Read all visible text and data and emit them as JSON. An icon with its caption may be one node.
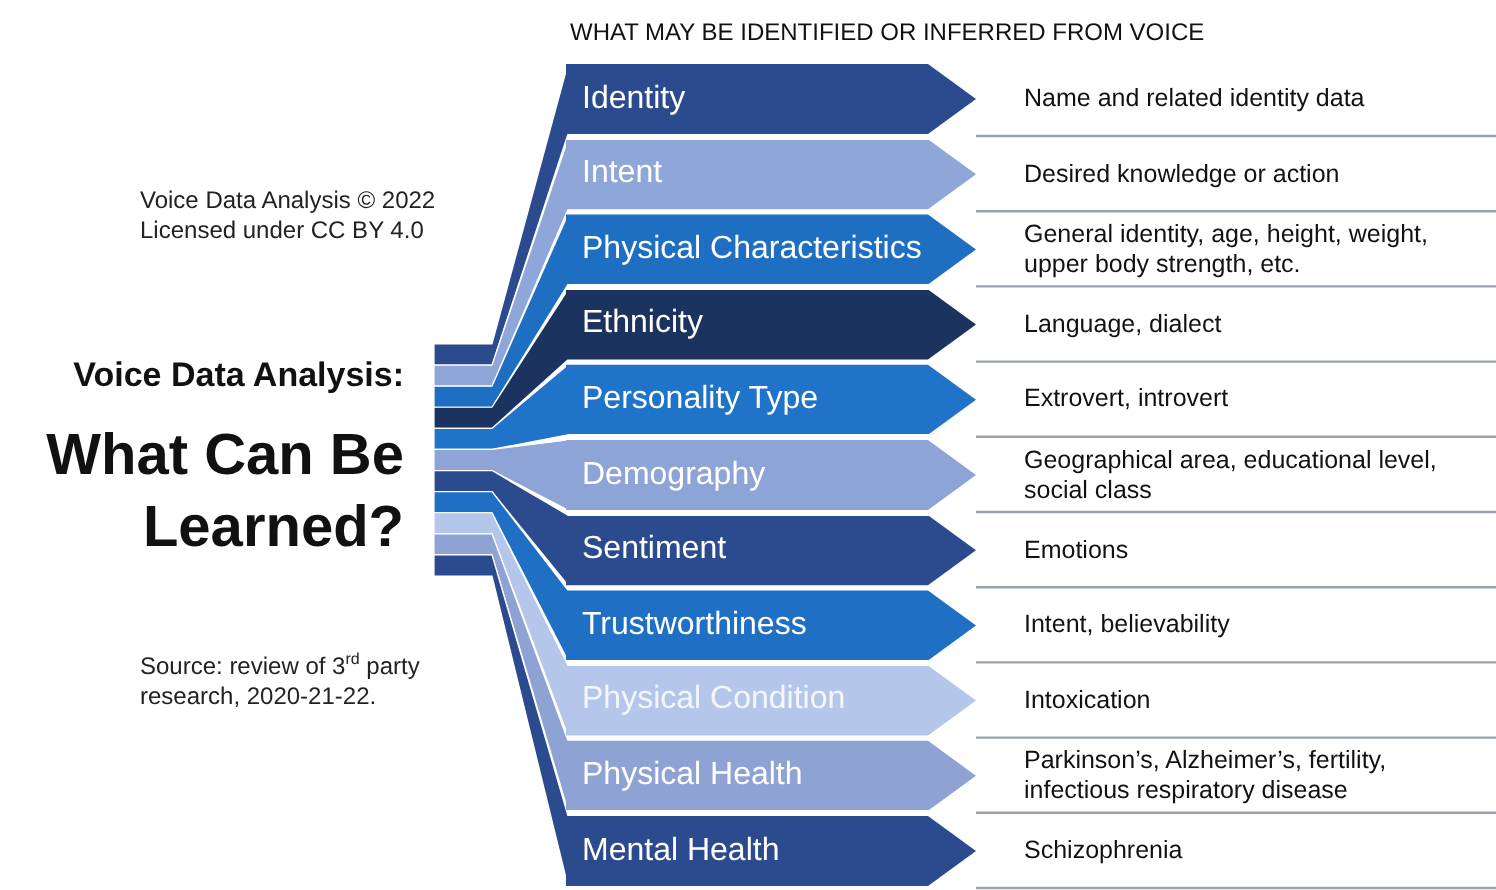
{
  "diagram": {
    "title": "Voice Data Analysis:",
    "nodes": [
      {
        "text": [
          "Identity"
        ],
        "beside": [
          "Name and related identity data"
        ]
      },
      {
        "text": [
          "Intent"
        ],
        "beside": [
          "Desired knowledge or action"
        ]
      },
      {
        "text": [
          "Physical Characteristics"
        ],
        "beside": [
          "General identity, age, height, weight, upper body strength, etc."
        ]
      },
      {
        "text": [
          "Ethnicity"
        ],
        "beside": [
          "Language, dialect"
        ]
      },
      {
        "text": [
          "Personality Type"
        ],
        "beside": [
          "Extrovert, introvert"
        ]
      },
      {
        "text": [
          "Demography"
        ],
        "beside": [
          "Geographical area, educational level, social class"
        ]
      },
      {
        "text": [
          "Sentiment"
        ],
        "beside": [
          "Emotions"
        ]
      },
      {
        "text": [
          "Trustworthiness"
        ],
        "beside": [
          "Intent, believability"
        ]
      },
      {
        "text": [
          "Physical Condition"
        ],
        "beside": [
          "Intoxication"
        ]
      },
      {
        "text": [
          "Physical Health"
        ],
        "beside": [
          "Parkinson’s, Alzheimer’s, fertility, infectious respiratory disease"
        ]
      },
      {
        "text": [
          "Mental Health"
        ],
        "beside": [
          "Schizophrenia"
        ]
      }
    ],
    "labels": [
      "WHAT MAY BE IDENTIFIED OR INFERRED FROM VOICE",
      "Voice Data Analysis © 2022 Licensed under CC BY 4.0",
      "What Can Be Learned?",
      "Source: review of 3$^{rd}$ party research, 2020-21-22."
    ]
  }
}
